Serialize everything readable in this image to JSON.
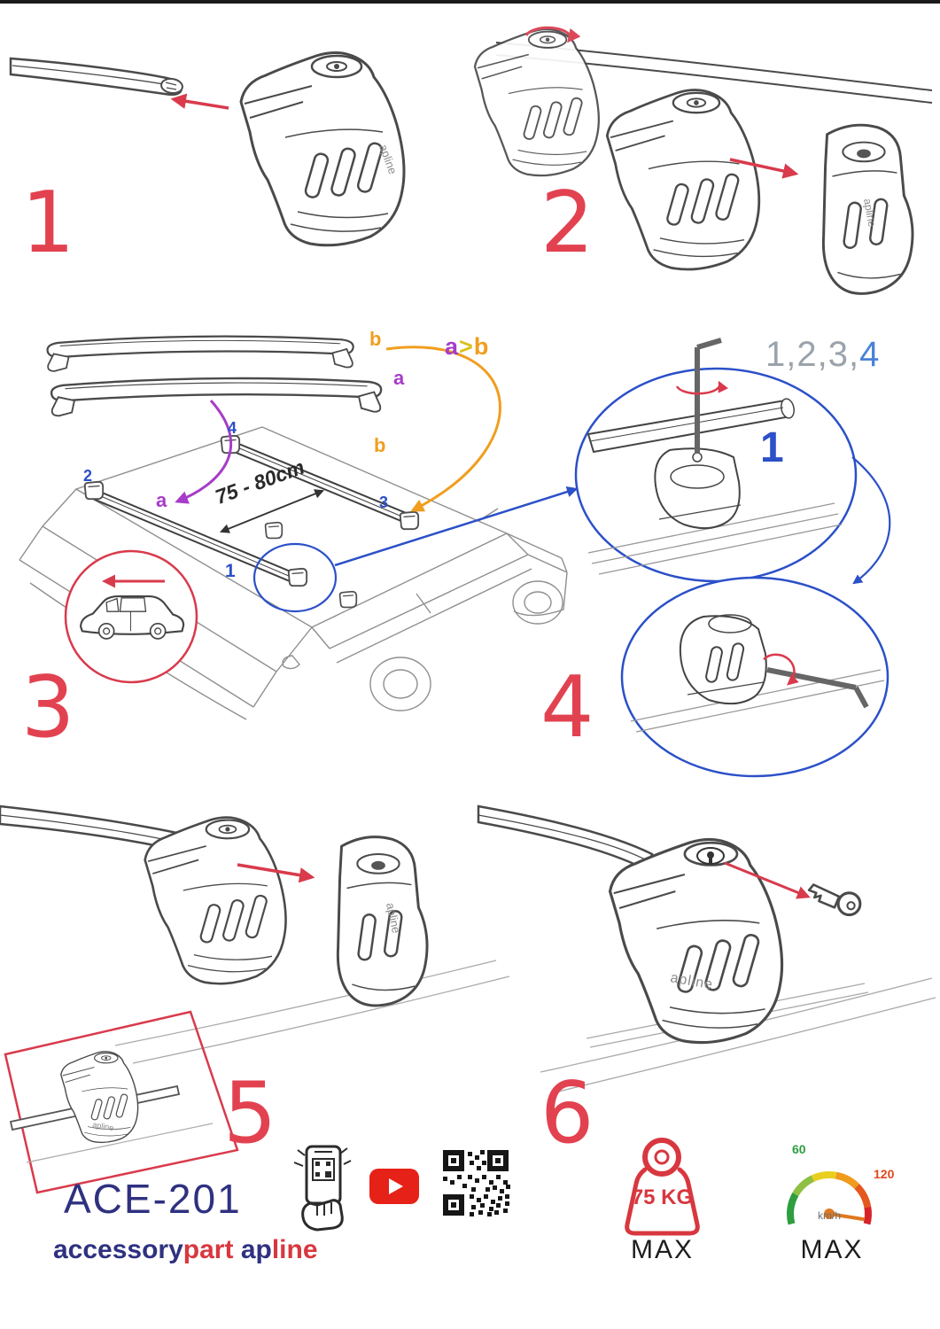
{
  "steps": {
    "n1": "1",
    "n2": "2",
    "n3": "3",
    "n4": "4",
    "n5": "5",
    "n6": "6"
  },
  "install": {
    "profile_label_b": "b",
    "profile_label_a": "a",
    "order_a": "a",
    "order_gt": ">",
    "order_b": "b",
    "roof_label_b": "b",
    "roof_label_a": "a",
    "distance": "75 - 80cm",
    "pos1": "1",
    "pos2": "2",
    "pos3": "3",
    "pos4": "4",
    "sequence_gray": "1,2,3,",
    "sequence_blue": "4",
    "detail_number": "1"
  },
  "brand": {
    "model": "ACE-201",
    "word_accessory": "accessory",
    "word_part": "part",
    "word_ap": "ap",
    "word_line": "line",
    "apline": "apline"
  },
  "limits": {
    "weight_value": "75 KG",
    "weight_max_label": "MAX",
    "speed_start": "60",
    "speed_end": "120",
    "speed_unit": "km/h",
    "speed_max_label": "MAX"
  },
  "icons": {
    "phone_scan": "phone-qr-scan-icon",
    "youtube": "youtube-icon",
    "qr": "qr-code",
    "weight": "weight-limit-icon",
    "speedometer": "speedometer-icon"
  },
  "colors": {
    "accent_red": "#d93a4c",
    "accent_blue": "#2b50c8",
    "purple": "#a63cc8",
    "orange": "#f09e1f",
    "yellow": "#d9c11b",
    "navy": "#2f3180",
    "sequence_gray": "#9aa3ab",
    "sequence_blue": "#4a82d8",
    "speed_green": "#2e9e40",
    "speed_red": "#d8232a"
  }
}
